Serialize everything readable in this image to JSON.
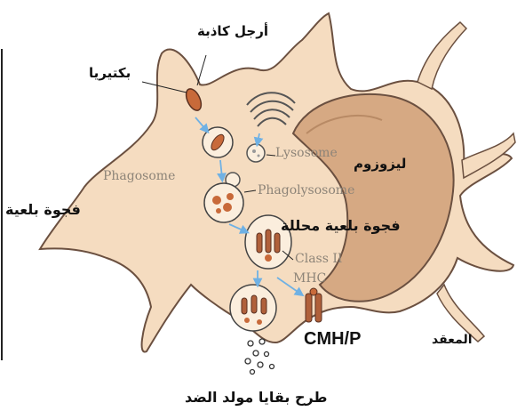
{
  "labels": {
    "pseudopod_ar": "أرجل كاذبة",
    "bacteria_ar": "بكتيريا",
    "phagosome_en": "Phagosome",
    "lysosome_en": "Lysosome",
    "lysosome_ar": "ليزوزوم",
    "phagolysosome_en": "Phagolysosome",
    "phagocytic_vacuole_ar": "فجوة بلعية",
    "digestive_vacuole_ar": "فجوة بلعية محللة",
    "class2_en": "Class II",
    "mhc_en": "MHC",
    "cmhp": "CMH/P",
    "complex_ar": "المعقد",
    "expel_ar": "طرح بقايا مولد الضد"
  },
  "colors": {
    "cytoplasm": "#f5dcc0",
    "nucleus": "#d6a983",
    "outline": "#6b5040",
    "bacteria": "#c86a3a",
    "arrow": "#6fb1e4"
  }
}
